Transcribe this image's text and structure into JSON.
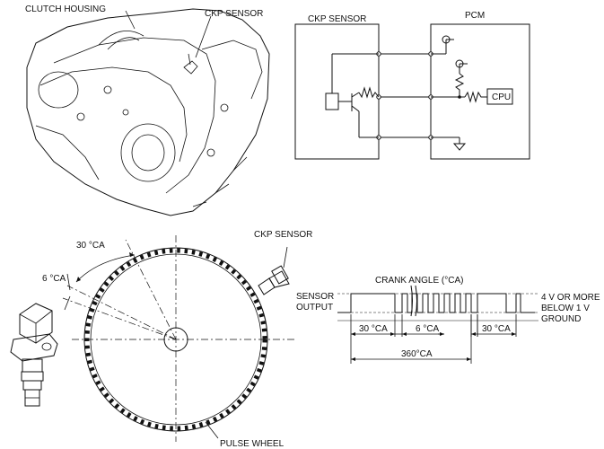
{
  "labels": {
    "clutch_housing": "CLUTCH HOUSING",
    "ckp_sensor_top": "CKP SENSOR",
    "ckp_sensor_box": "CKP SENSOR",
    "pcm": "PCM",
    "cpu": "CPU",
    "ckp_sensor_wheel": "CKP SENSOR",
    "angle_30": "30 °CA",
    "angle_6": "6 °CA",
    "pulse_wheel": "PULSE WHEEL",
    "crank_angle": "CRANK ANGLE (°CA)",
    "sensor_output_1": "SENSOR",
    "sensor_output_2": "OUTPUT",
    "volt_high": "4 V OR MORE",
    "volt_low": "BELOW 1 V",
    "ground": "GROUND",
    "dim_30_left": "30 °CA",
    "dim_6": "6 °CA",
    "dim_30_right": "30 °CA",
    "dim_360": "360°CA"
  }
}
